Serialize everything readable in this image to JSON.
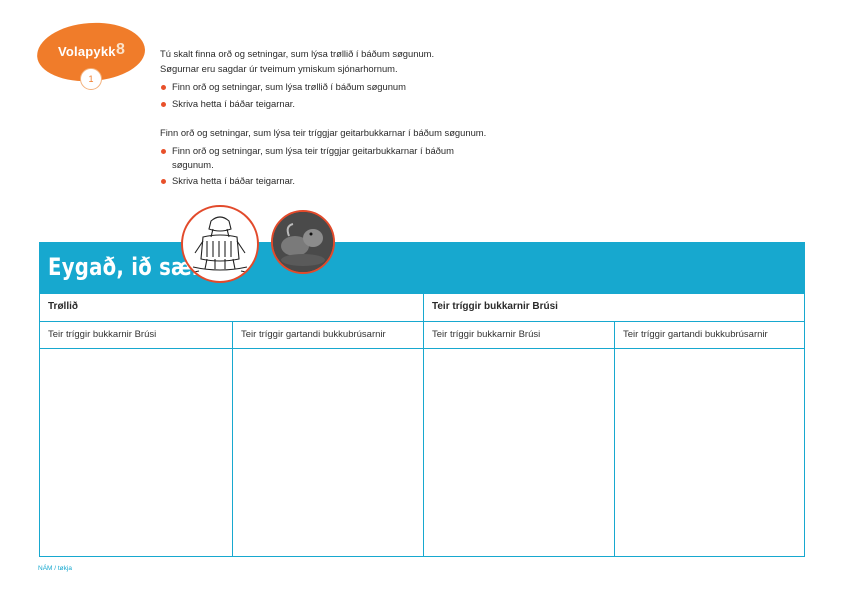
{
  "logo": {
    "text": "Volapykk",
    "number": "8",
    "page": "1"
  },
  "instructions": {
    "intro1": "Tú skalt finna orð og setningar, sum lýsa trøllið í báðum søgunum.",
    "intro2": "Søgurnar eru sagdar úr tveimum ymiskum sjónarhornum.",
    "bullets1": [
      "Finn orð og setningar, sum lýsa trøllið í báðum søgunum",
      "Skriva hetta í báðar teigarnar."
    ],
    "intro3": "Finn orð og setningar, sum lýsa teir tríggjar geitarbukkarnar í báðum søgunum.",
    "bullets2": [
      "Finn orð og setningar, sum lýsa teir tríggjar geitarbukkarnar í báðum søgunum.",
      "Skriva hetta í báðar teigarnar."
    ]
  },
  "section": {
    "title": "Eygað, ið sær",
    "illustration1": "troll-illustration",
    "illustration2": "goat-illustration"
  },
  "table": {
    "groups": [
      "Trøllið",
      "Teir tríggir bukkarnir Brúsi"
    ],
    "columns": [
      "Teir tríggir bukkarnir Brúsi",
      "Teir tríggir gartandi bukkubrúsarnir",
      "Teir tríggir bukkarnir Brúsi",
      "Teir tríggir gartandi bukkubrúsarnir"
    ]
  },
  "footer": "NÁM / tøkja",
  "colors": {
    "accent": "#17a8cf",
    "logo": "#f07c2a",
    "bullet": "#e8502a"
  }
}
